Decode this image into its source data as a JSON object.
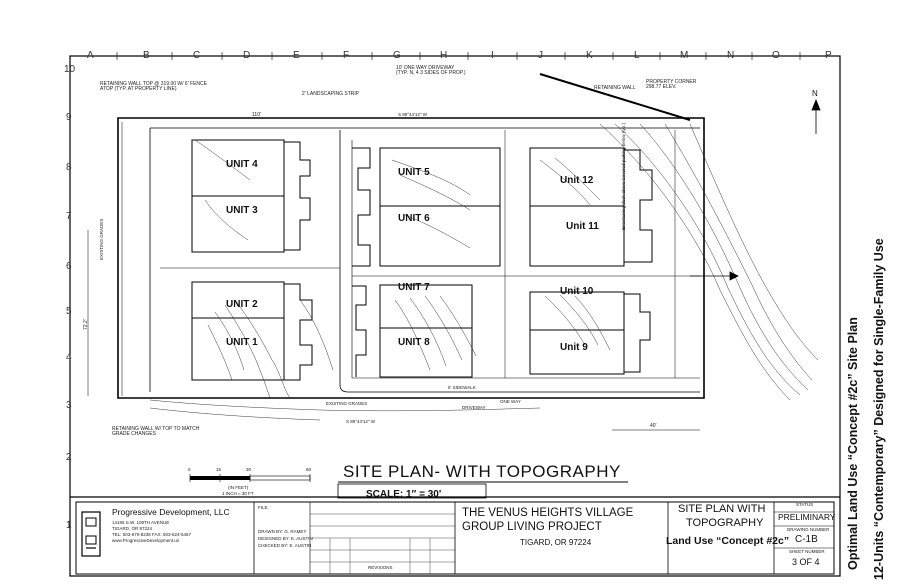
{
  "side_titles": {
    "line1": "Optimal Land Use “Concept #2c” Site Plan",
    "line2": "12-Units “Contemporary” Designed for Single-Family Use"
  },
  "drawing": {
    "title": "SITE PLAN- WITH TOPOGRAPHY",
    "scale": "SCALE: 1″ = 30'",
    "north": "N",
    "grid_letters": [
      "A",
      "B",
      "C",
      "D",
      "E",
      "F",
      "G",
      "H",
      "I",
      "J",
      "K",
      "L",
      "M",
      "N",
      "O",
      "P"
    ],
    "grid_numbers": [
      "10",
      "9",
      "8",
      "7",
      "6",
      "5",
      "4",
      "3",
      "2",
      "1"
    ],
    "units": {
      "u1": "UNIT 1",
      "u2": "UNIT 2",
      "u3": "UNIT 3",
      "u4": "UNIT 4",
      "u5": "UNIT 5",
      "u6": "UNIT 6",
      "u7": "UNIT 7",
      "u8": "UNIT 8",
      "u9": "Unit 9",
      "u10": "Unit 10",
      "u11": "Unit 11",
      "u12": "Unit 12"
    },
    "notes": {
      "retaining_top": "RETAINING WALL TOP @ 319.00 W/ 6' FENCE ATOP (TYP. AT PROPERTY LINE)",
      "one_way_driveway": "10' ONE WAY DRIVEWAY (TYP. N, 4 3 SIDES OF PROP.)",
      "landscaping": "2' LANDSCAPING STRIP",
      "retaining_wall": "RETAINING WALL",
      "property_corner": "PROPERTY CORNER 298.77 ELEV.",
      "retaining_bottom": "RETAINING WALL W/ TOP TO MATCH GRADE CHANGES",
      "existing_grades": "EXISTING GRADES",
      "sidewalk": "5' SIDEWALK",
      "driveway": "DRIVEWAY",
      "one_way": "ONE WAY",
      "bearing_top": "S 89°44'12\" W",
      "bearing_bottom": "S 89°44'12\" W",
      "dim_110": "110'",
      "dim_40": "40'",
      "dim_72": "72.2'",
      "entertaining_deck": "Entertaining deck above Covered parking below (typ.)"
    },
    "scale_bar": {
      "ticks": [
        "0",
        "15",
        "30",
        "60"
      ],
      "label1": "(IN FEET)",
      "label2": "1 INCH = 30 FT"
    }
  },
  "title_block": {
    "company": "Progressive Development, LLC",
    "address1": "14185 S.W. 109TH AVENUE",
    "address2": "TIGARD, OR 97224",
    "phone": "TEL: 503-670-8236    FAX: 503-624-6467",
    "web": "www.ProgressiveDevelopment.us",
    "file_label": "FILE:",
    "drawn_by": "DRAWN BY: G. RAMEY",
    "checked_by": "CHECKED BY: E. AUSTIN",
    "designed_by": "DESIGNED BY: E. AUSTIN",
    "revisions": "REVISIONS",
    "project_line1": "THE VENUS HEIGHTS VILLAGE",
    "project_line2": "GROUP LIVING PROJECT",
    "project_city": "TIGARD, OR 97224",
    "sheet_title1": "SITE PLAN WITH",
    "sheet_title2": "TOPOGRAPHY",
    "land_use": "Land Use “Concept #2c”",
    "status_label": "STATUS",
    "status": "PRELIMINARY",
    "drawing_number_label": "DRAWING NUMBER",
    "drawing_number": "C-1B",
    "sheet_number_label": "SHEET NUMBER",
    "sheet_number": "3 OF 4"
  }
}
